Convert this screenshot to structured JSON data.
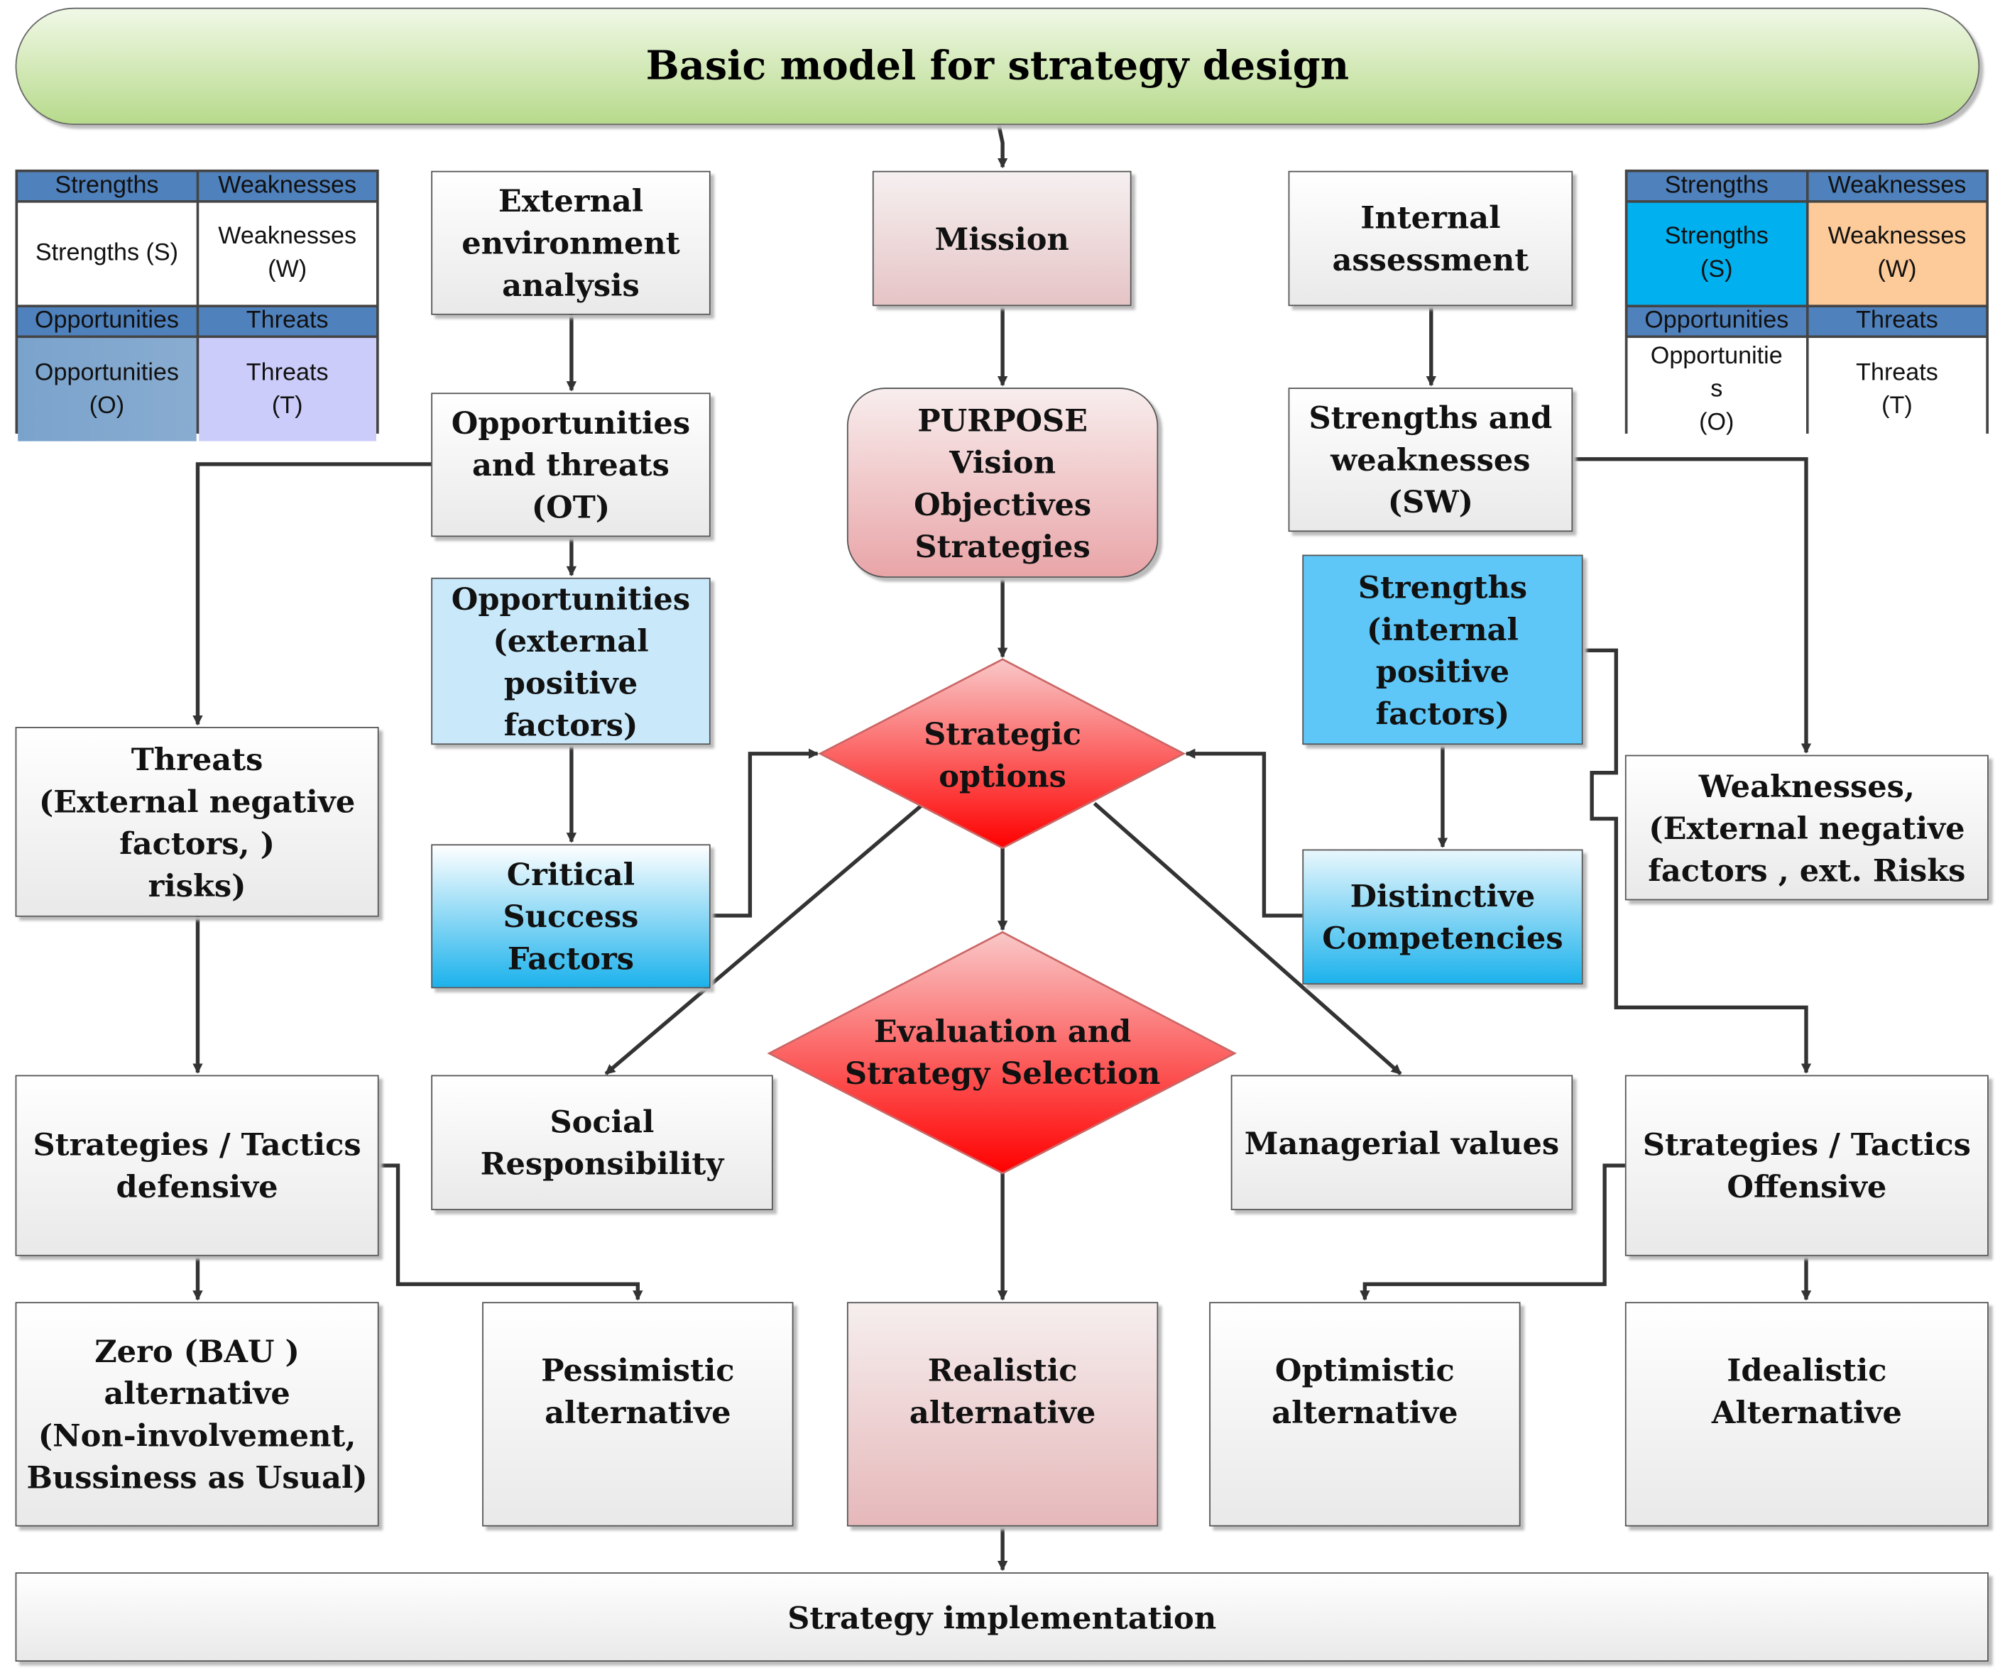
{
  "title": "Basic model for strategy design",
  "swot_left": {
    "headers": [
      "Strengths",
      "Weaknesses",
      "Opportunities",
      "Threats"
    ],
    "cells": [
      "Strengths (S)",
      "Weaknesses\n(W)",
      "Opportunities\n(O)",
      "Threats\n(T)"
    ],
    "colors": [
      "#ffffff",
      "#ffffff",
      "#7fa6cd",
      "#ccccfb"
    ]
  },
  "swot_right": {
    "headers": [
      "Strengths",
      "Weaknesses",
      "Opportunities",
      "Threats"
    ],
    "cells": [
      "Strengths\n(S)",
      "Weaknesses\n(W)",
      "Opportunitie\ns\n(O)",
      "Threats\n(T)"
    ],
    "colors": [
      "#00b0ef",
      "#fdca99",
      "#ffffff",
      "#ffffff"
    ]
  },
  "nodes": {
    "external": "External\nenvironment\nanalysis",
    "mission": "Mission",
    "internal": "Internal\nassessment",
    "ot": "Opportunities\nand threats\n(OT)",
    "purpose": "PURPOSE\nVision\nObjectives\nStrategies",
    "sw": "Strengths and\nweaknesses\n(SW)",
    "opportunities": "Opportunities\n(external\npositive\nfactors)",
    "strengths": "Strengths\n(internal\npositive\nfactors)",
    "threats": "Threats\n(External  negative\nfactors, )\nrisks)",
    "weaknesses": "Weaknesses,\n(External negative\nfactors ,  ext. Risks",
    "strategic_options": "Strategic\noptions",
    "csf": "Critical\nSuccess\nFactors",
    "distinctive": "Distinctive\nCompetencies",
    "evaluation": "Evaluation and\nStrategy Selection",
    "defensive": "Strategies / Tactics\ndefensive",
    "social": "Social\nResponsibility",
    "managerial": "Managerial values",
    "offensive": "Strategies / Tactics\nOffensive",
    "zero": "Zero (BAU )\nalternative\n(Non-involvement,\nBussiness as Usual)",
    "pessimistic": "Pessimistic\nalternative",
    "realistic": "Realistic\nalternative",
    "optimistic": "Optimistic\nalternative",
    "idealistic": "Idealistic\nAlternative",
    "implementation": "Strategy implementation"
  }
}
